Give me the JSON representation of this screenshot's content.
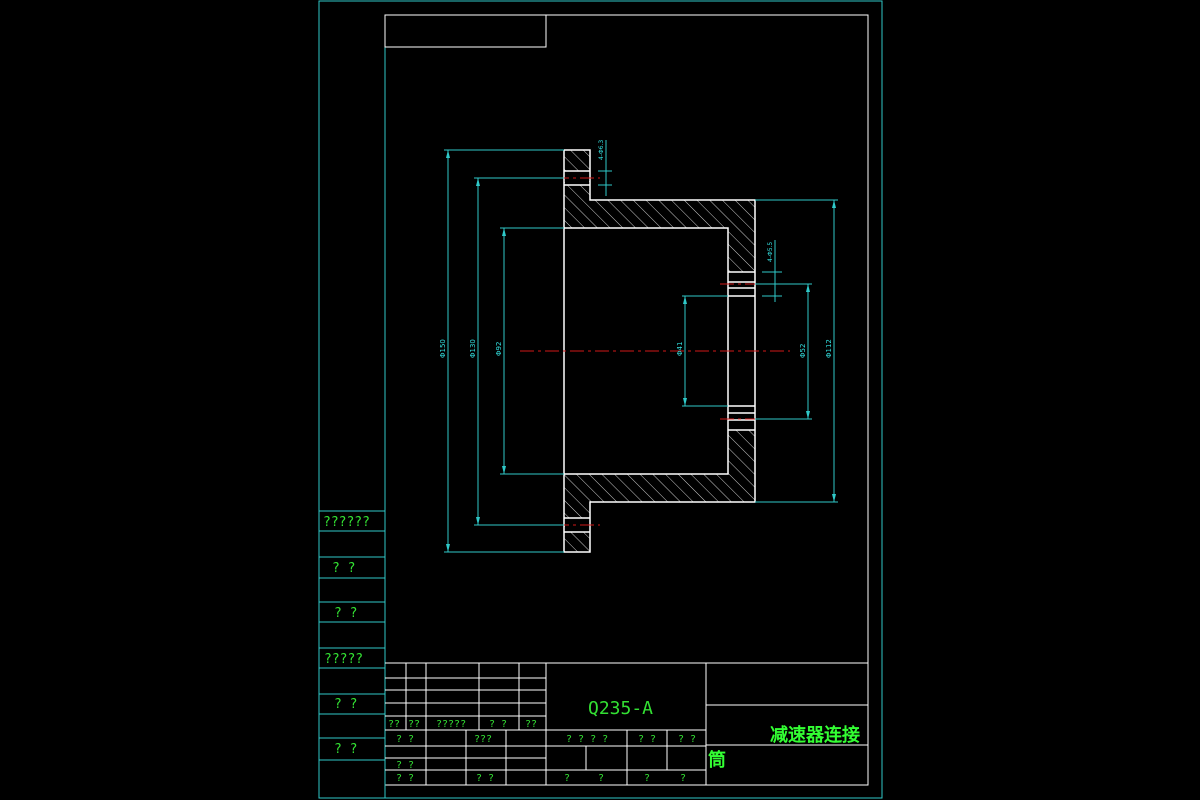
{
  "drawing": {
    "material": "Q235-A",
    "part_name_line1": "减速器连接",
    "part_name_line2": "筒"
  },
  "dimensions": {
    "d_flange_outer": "Φ150",
    "d_bolt_circle": "Φ130",
    "d_bore": "Φ92",
    "d_outer_body": "Φ112",
    "d_end_bolt_circle": "Φ52",
    "d_end_hole": "Φ41",
    "hole_flange": "4-Φ6.3",
    "hole_end": "4-Φ5.5"
  },
  "left_strip": [
    "??????",
    "?  ?",
    "?  ?",
    "?????",
    "?  ?",
    "?  ?"
  ],
  "title_block": {
    "row_a": [
      "??",
      "??",
      "?????",
      "? ?",
      "??"
    ],
    "row_b": [
      "? ?",
      "???"
    ],
    "row_c": [
      "? ?"
    ],
    "row_d": [
      "? ?",
      "? ?"
    ],
    "mid_header": [
      "? ? ? ?",
      "? ?",
      "? ?"
    ],
    "mid_footer": [
      "?",
      "?",
      "?",
      "?"
    ]
  },
  "colors": {
    "border": "#2fc9c9",
    "outline": "#ffffff",
    "centerline": "#d01818",
    "text": "#33e033"
  }
}
